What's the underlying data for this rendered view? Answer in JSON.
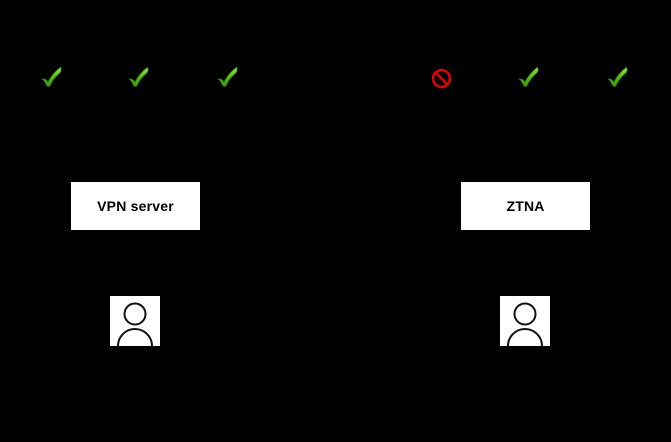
{
  "diagram": {
    "title_hidden": "",
    "background": "#000000",
    "vpn": {
      "label": "VPN server",
      "marks": [
        "allowed",
        "allowed",
        "allowed"
      ],
      "user": "person"
    },
    "ztna": {
      "label": "ZTNA",
      "marks": [
        "blocked",
        "allowed",
        "allowed"
      ],
      "user": "person"
    },
    "icons": {
      "allowed": "green-check-icon",
      "blocked": "red-prohibition-icon",
      "user": "person-outline-icon"
    },
    "colors": {
      "allowed_green_light": "#9fe045",
      "allowed_green_dark": "#3c9e00",
      "allowed_green_edge": "#2f8000",
      "blocked_red": "#e60000",
      "box_background": "#ffffff",
      "box_text": "#000000",
      "icon_stroke": "#111111"
    }
  }
}
